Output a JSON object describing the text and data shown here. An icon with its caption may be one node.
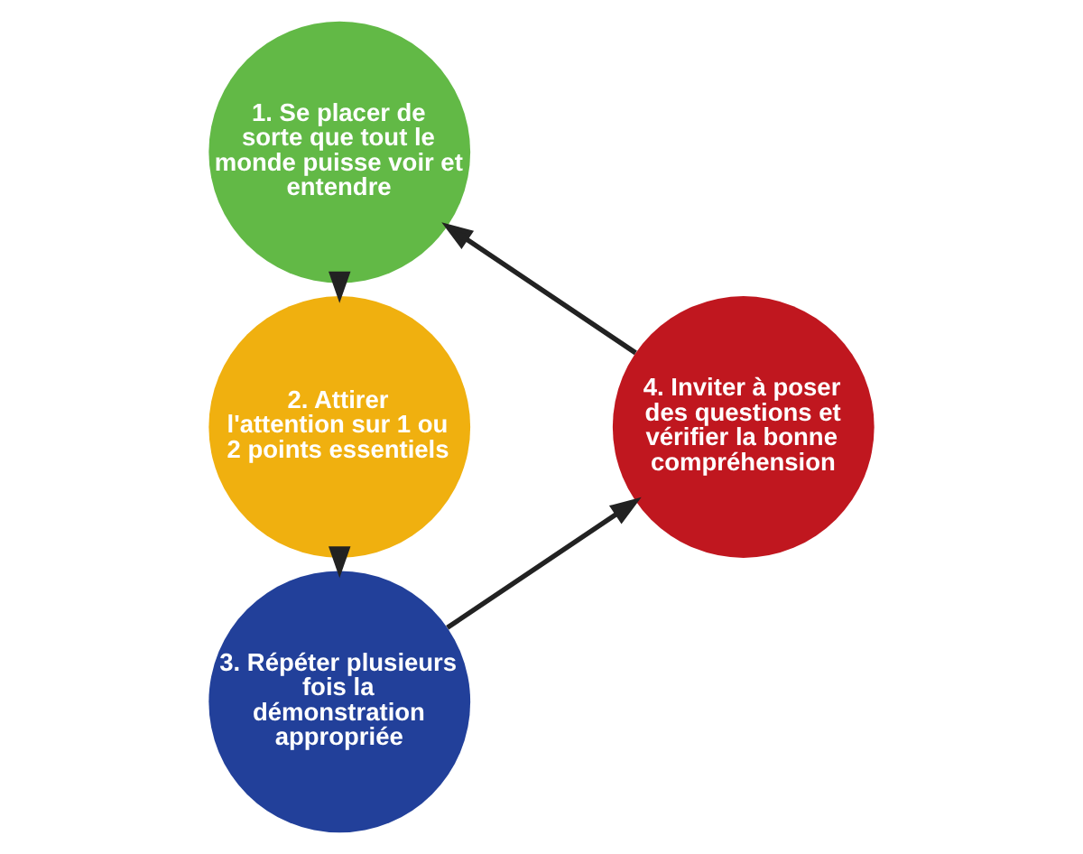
{
  "diagram": {
    "nodes": [
      {
        "text": [
          "1. Se placer de sorte que tout le monde puisse voir et entendre"
        ]
      },
      {
        "text": [
          "2. Attirer l'attention sur 1 ou 2 points essentiels"
        ]
      },
      {
        "text": [
          "3. Répéter plusieurs fois la démonstration appropriée"
        ]
      },
      {
        "text": [
          "4. Inviter à poser des questions et vérifier la bonne compréhension"
        ]
      }
    ],
    "edges": [
      {
        "from": 0,
        "to": 1,
        "arrow": "to"
      },
      {
        "from": 1,
        "to": 2,
        "arrow": "to"
      },
      {
        "from": 2,
        "to": 3,
        "arrow": "to"
      },
      {
        "from": 3,
        "to": 0,
        "arrow": "to"
      }
    ]
  }
}
